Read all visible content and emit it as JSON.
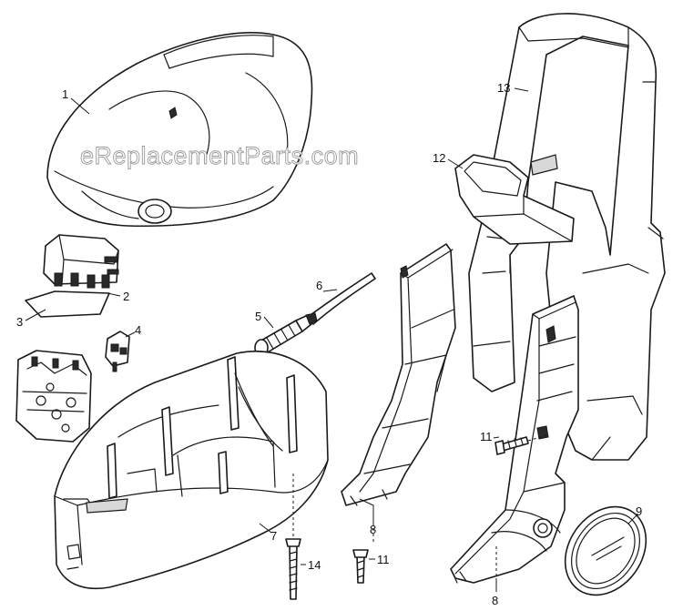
{
  "watermark": "eReplacementParts.com",
  "callouts": {
    "c1": "1",
    "c2": "2",
    "c3": "3",
    "c4": "4",
    "c5": "5",
    "c6": "6",
    "c7": "7",
    "c8a": "8",
    "c8b": "8",
    "c9": "9",
    "c11a": "11",
    "c11b": "11",
    "c12": "12",
    "c13": "13",
    "c14": "14"
  }
}
